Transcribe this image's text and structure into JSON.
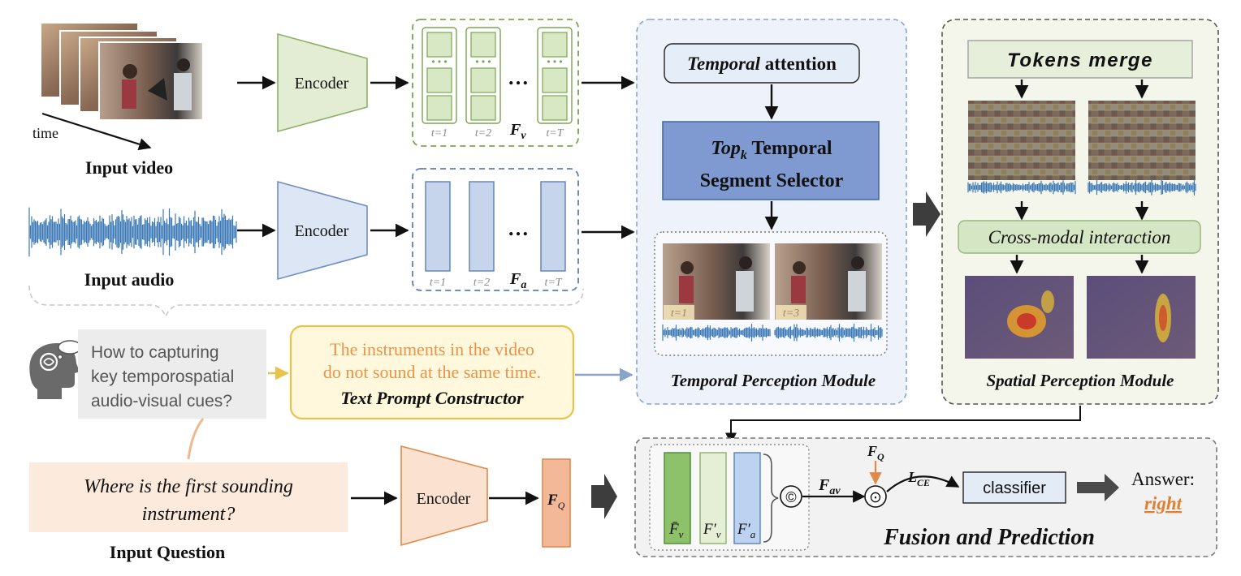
{
  "inputs": {
    "video_label": "Input video",
    "time_label": "time",
    "audio_label": "Input audio",
    "question_label": "Input Question",
    "question_line1": "Where is the first sounding",
    "question_line2": "instrument?"
  },
  "encoders": {
    "video": "Encoder",
    "audio": "Encoder",
    "question": "Encoder"
  },
  "features": {
    "video_name": "F",
    "video_sub": "v",
    "audio_name": "F",
    "audio_sub": "a",
    "question_name": "F",
    "question_sub": "Q",
    "ellipsis": "…",
    "video_ticks": [
      "t=1",
      "t=2",
      "t=T"
    ],
    "audio_ticks": [
      "t=1",
      "t=2",
      "t=T"
    ]
  },
  "thinking": {
    "line1": "How to capturing",
    "line2": "key temporospatial",
    "line3": "audio-visual cues?"
  },
  "prompt": {
    "line1": "The instruments in the video",
    "line2": "do not sound at the same time.",
    "title": "Text Prompt Constructor"
  },
  "temporal": {
    "attention_emph": "Temporal",
    "attention_rest": " attention",
    "selector_top": "Top",
    "selector_sub": "k",
    "selector_rest": " Temporal",
    "selector_line2": "Segment Selector",
    "frame_labels": [
      "t=1",
      "t=3"
    ],
    "title": "Temporal Perception Module"
  },
  "spatial": {
    "merge": "Tokens merge",
    "interaction": "Cross-modal interaction",
    "title": "Spatial Perception Module"
  },
  "fusion": {
    "feat1_name": "F̄",
    "feat1_sub": "v",
    "feat2_name": "F′",
    "feat2_sub": "v",
    "feat3_name": "F′",
    "feat3_sub": "a",
    "concat_symbol": "©",
    "fav_name": "F",
    "fav_sub": "av",
    "fq_name": "F",
    "fq_sub": "Q",
    "dot_symbol": "⊙",
    "loss_name": "L",
    "loss_sub": "CE",
    "classifier": "classifier",
    "answer_label": "Answer:",
    "answer_value": "right",
    "title": "Fusion and Prediction"
  },
  "colors": {
    "video_green": "#d9e8c4",
    "video_green_stroke": "#7aa64f",
    "audio_blue": "#c7d5ec",
    "audio_blue_stroke": "#5b7fb8",
    "question_orange": "#f9d6bd",
    "question_orange_stroke": "#e08a4a",
    "selector_blue": "#7f9ad0",
    "prompt_fill": "#fff8dc",
    "prompt_stroke": "#e8c24a",
    "prompt_text": "#e9944a",
    "answer_orange": "#e07f30",
    "waveform_blue": "#3a78b5"
  }
}
